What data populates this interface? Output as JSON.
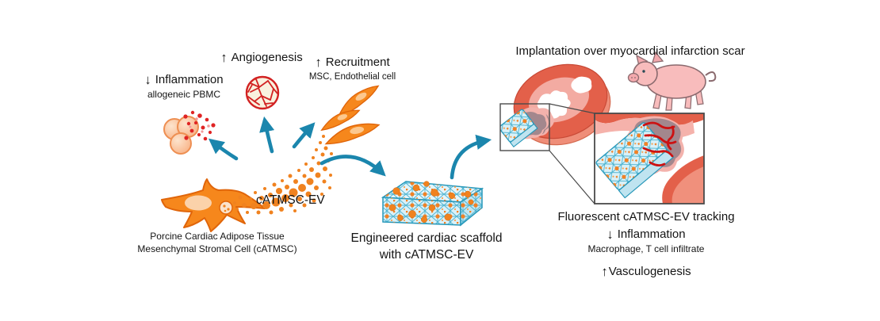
{
  "palette": {
    "teal_arrow": "#1b86ad",
    "ev_orange": "#f0821f",
    "cell_orange": "#f6871c",
    "red_dot": "#e02424",
    "vessel_red": "#cc1212",
    "heart_salmon": "#e3604a",
    "heart_inner_pink": "#f3aba2",
    "scar_gray": "#a3878d",
    "scaffold_blue": "#d9f1f8",
    "scaffold_mesh": "#35a8c9",
    "pig_pink": "#f8bcbc"
  },
  "ev_effects": {
    "inflammation": {
      "arrow": "↓",
      "label": "Inflammation",
      "sub": "allogeneic PBMC"
    },
    "angiogenesis": {
      "arrow": "↑",
      "label": "Angiogenesis"
    },
    "recruitment": {
      "arrow": "↑",
      "label": "Recruitment",
      "sub": "MSC, Endothelial cell"
    }
  },
  "source_cell": {
    "ev_label": "cATMSC-EV",
    "caption_line1": "Porcine Cardiac Adipose Tissue",
    "caption_line2": "Mesenchymal Stromal Cell (cATMSC)"
  },
  "scaffold": {
    "caption_line1": "Engineered cardiac scaffold",
    "caption_line2": "with cATMSC-EV"
  },
  "implantation": {
    "title": "Implantation over myocardial infarction scar"
  },
  "in_vivo_outcomes": {
    "tracking": "Fluorescent cATMSC-EV tracking",
    "inflammation": {
      "arrow": "↓",
      "label": "Inflammation",
      "sub": "Macrophage, T cell infiltrate"
    },
    "vasculogenesis": {
      "arrow": "↑",
      "label": "Vasculogenesis"
    }
  }
}
